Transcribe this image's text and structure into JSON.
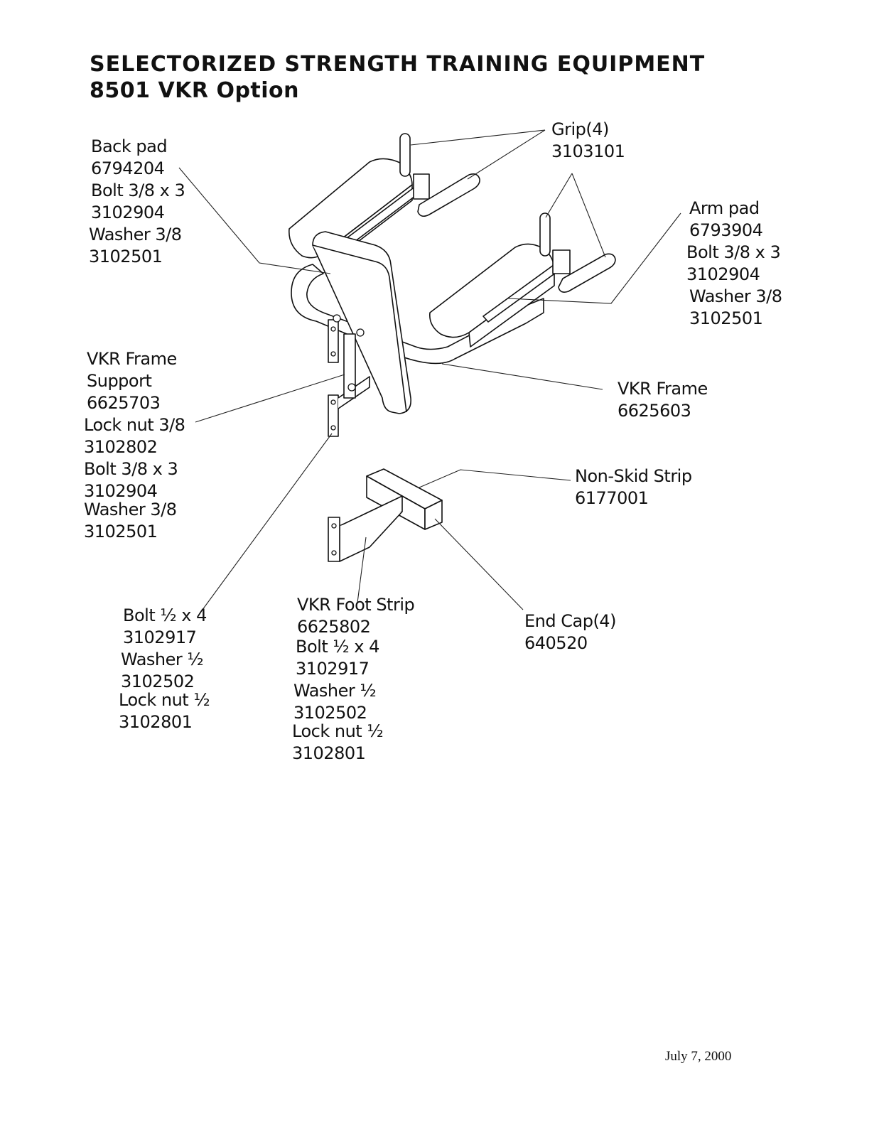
{
  "header": {
    "title": "SELECTORIZED STRENGTH TRAINING EQUIPMENT",
    "subtitle": "8501 VKR Option"
  },
  "callouts": {
    "back_pad": [
      "Back pad",
      "6794204",
      "Bolt 3/8 x 3",
      "3102904",
      "Washer 3/8",
      "3102501"
    ],
    "grip": [
      "Grip(4)",
      "3103101"
    ],
    "arm_pad": [
      "Arm pad",
      "6793904",
      "Bolt 3/8 x 3",
      "3102904",
      "Washer 3/8",
      "3102501"
    ],
    "vkr_frame_support": [
      "VKR Frame",
      "Support",
      "6625703",
      "Lock nut 3/8",
      "3102802",
      "Bolt 3/8 x 3",
      "3102904",
      "Washer 3/8",
      "3102501"
    ],
    "vkr_frame": [
      "VKR Frame",
      "6625603"
    ],
    "non_skid_strip": [
      "Non-Skid Strip",
      "6177001"
    ],
    "bolt_half": [
      "Bolt ½ x 4",
      "3102917",
      "Washer ½",
      "3102502",
      "Lock nut ½",
      "3102801"
    ],
    "vkr_foot_strip": [
      "VKR Foot Strip",
      "6625802",
      "Bolt ½ x 4",
      "3102917",
      "Washer ½",
      "3102502",
      "Lock nut ½",
      "3102801"
    ],
    "end_cap": [
      "End Cap(4)",
      "640520"
    ]
  },
  "footer": {
    "date": "July 7, 2000"
  }
}
